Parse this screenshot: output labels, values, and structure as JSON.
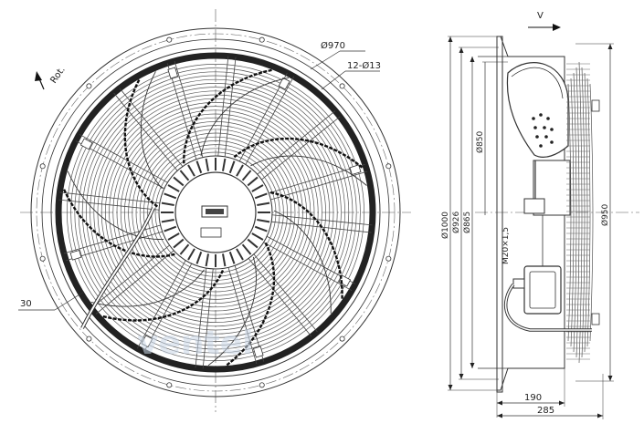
{
  "front_view": {
    "labels": {
      "rotation": "Rot.",
      "outer_diameter": "Ø970",
      "holes": "12-Ø13",
      "angle": "30"
    }
  },
  "side_view": {
    "labels": {
      "airflow": "V",
      "d1000": "Ø1000",
      "d926": "Ø926",
      "d865": "Ø865",
      "d850": "Ø850",
      "d950": "Ø950",
      "gland": "M20×1,5",
      "depth_190": "190",
      "depth_285": "285"
    }
  },
  "watermark": "ventel"
}
